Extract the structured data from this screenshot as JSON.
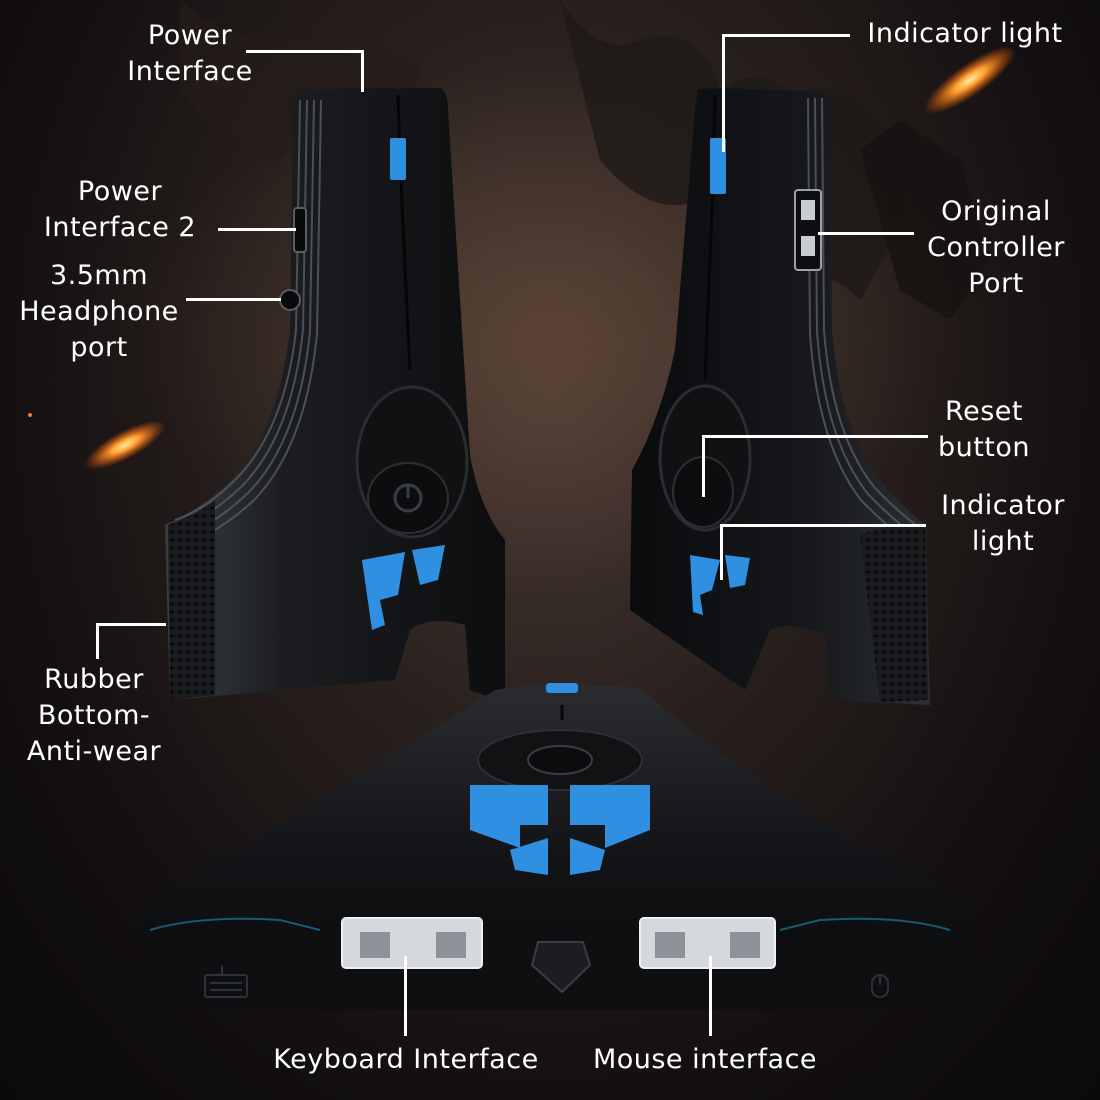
{
  "callouts": {
    "power_interface": [
      "Power",
      "Interface"
    ],
    "power_interface_2": [
      "Power",
      "Interface 2"
    ],
    "headphone_port": [
      "3.5mm",
      "Headphone",
      "port"
    ],
    "rubber_bottom": [
      "Rubber",
      "Bottom-",
      "Anti-wear"
    ],
    "indicator_light_top": [
      "Indicator light"
    ],
    "original_controller_port": [
      "Original",
      "Controller",
      "Port"
    ],
    "reset_button": [
      "Reset",
      "button"
    ],
    "indicator_light_side": [
      "Indicator",
      "light"
    ],
    "keyboard_interface": [
      "Keyboard Interface"
    ],
    "mouse_interface": [
      "Mouse interface"
    ]
  },
  "colors": {
    "accent_blue": "#2f8fe0",
    "device_body": "#15171a",
    "label_text": "#ffffff",
    "ember": "#ff8a2a"
  },
  "icons": [
    "keyboard-icon",
    "mouse-icon",
    "lion-logo-icon",
    "power-icon"
  ]
}
